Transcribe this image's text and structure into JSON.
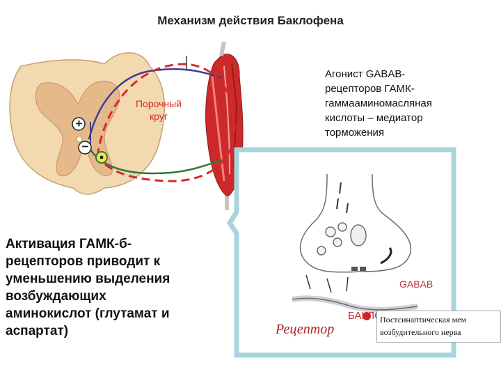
{
  "title": "Механизм действия Баклофена",
  "agonist_text": {
    "line1": "Агонист GABAВ-",
    "line2": "рецепторов ГАМК-",
    "line3": "гаммааминомасляная",
    "line4": "кислоты – медиатор",
    "line5": "торможения"
  },
  "circle_label": {
    "line1": "Порочный",
    "line2": "круг"
  },
  "activation_text": {
    "line1": "Активация ГАМК-б-",
    "line2": "рецепторов приводит к",
    "line3": "уменьшению выделения",
    "line4": "возбуждающих",
    "line5": "аминокислот (глутамат и",
    "line6": "аспартат)"
  },
  "synapse": {
    "gabab_label": "GABAВ",
    "receptor_label": "Рецептор",
    "baclofen_label": "БАКЛОФЕН",
    "postsynaptic_line1": "Постсинаптическая мем",
    "postsynaptic_line2": "возбудительного нерва"
  },
  "symbols": {
    "plus": "+",
    "minus": "−"
  },
  "colors": {
    "title": "#222222",
    "red_accent": "#d62a2a",
    "spinal_cord": "#f3d9b0",
    "grey_matter": "#e5b98a",
    "muscle": "#cc2a2a",
    "frame": "#a9d4dc",
    "nerve_blue": "#3a3f8f",
    "nerve_green": "#2a7a3a"
  }
}
